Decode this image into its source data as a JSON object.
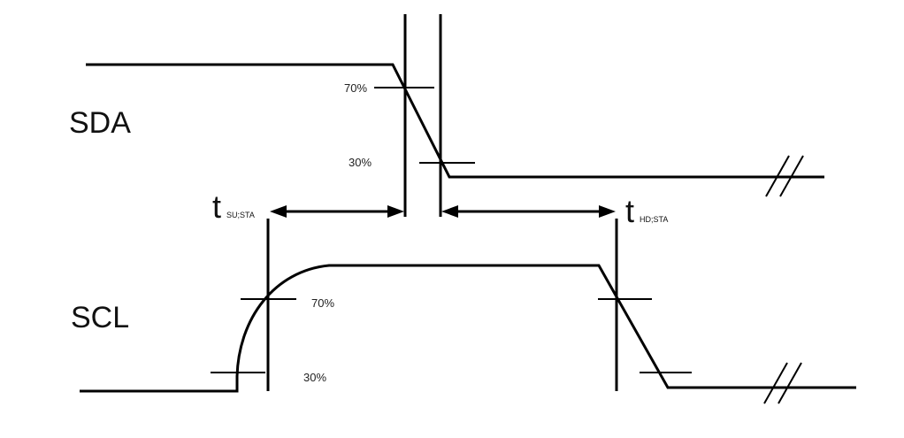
{
  "signals": {
    "sda": {
      "label": "SDA"
    },
    "scl": {
      "label": "SCL"
    }
  },
  "thresholds": {
    "sda_high": "70%",
    "sda_low": "30%",
    "scl_high": "70%",
    "scl_low": "30%"
  },
  "timing": {
    "setup": {
      "symbol": "t",
      "subscript": "SU;STA"
    },
    "hold": {
      "symbol": "t",
      "subscript": "HD;STA"
    }
  }
}
